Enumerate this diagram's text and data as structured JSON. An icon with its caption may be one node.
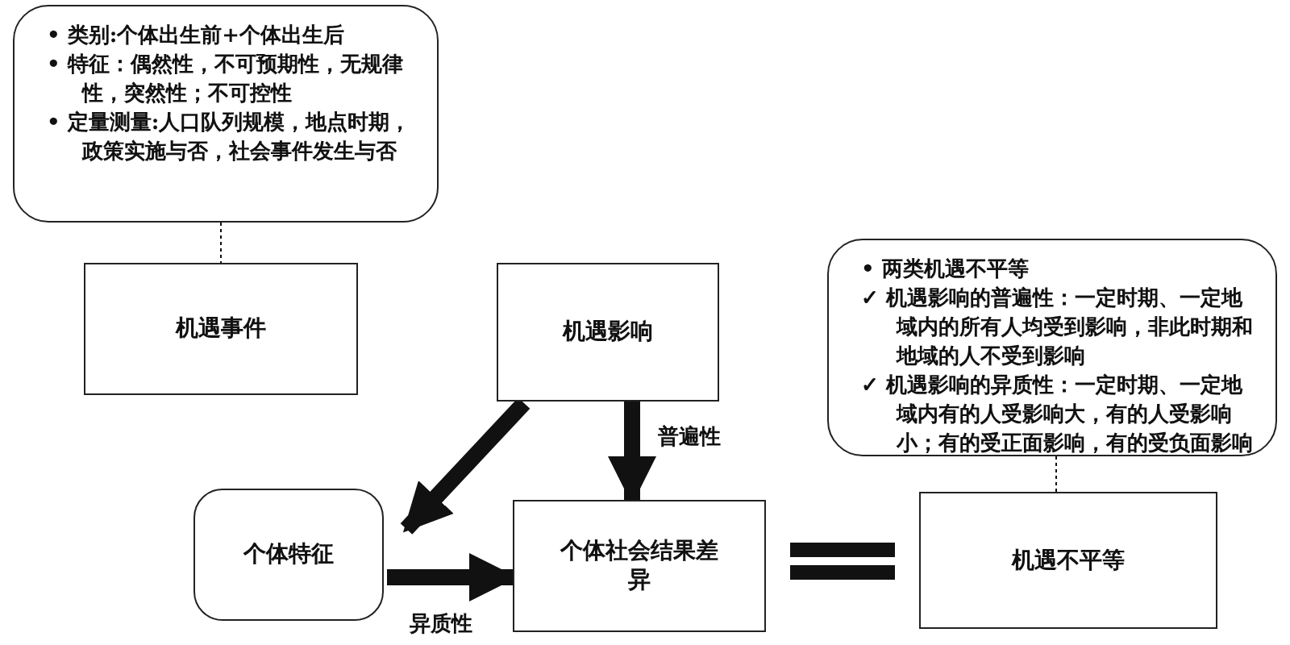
{
  "diagram": {
    "nodes": [
      {
        "text": [
          "• 类别:个体出生前+个体出生后",
          "• 特征：偶然性，不可预期性，无规律性，突然性；不可控性",
          "• 定量测量:人口队列规模，地点时期，政策实施与否，社会事件发生与否"
        ]
      },
      {
        "text": [
          "机遇事件"
        ]
      },
      {
        "text": [
          "机遇影响"
        ]
      },
      {
        "text": [
          "• 两类机遇不平等",
          "✓ 机遇影响的普遍性：一定时期、一定地域内的所有人均受到影响，非此时期和地域的人不受到影响",
          "✓ 机遇影响的异质性：一定时期、一定地域内有的人受影响大，有的人受影响小；有的受正面影响，有的受负面影响"
        ]
      },
      {
        "text": [
          "个体特征"
        ]
      },
      {
        "text": [
          "个体社会结果差异"
        ]
      },
      {
        "text": [
          "机遇不平等"
        ]
      }
    ],
    "edges": [
      {
        "from": 0,
        "to": 1,
        "arrow": "none",
        "style": "dashed"
      },
      {
        "from": 3,
        "to": 6,
        "arrow": "none",
        "style": "dashed"
      },
      {
        "from": 2,
        "to": 4,
        "arrow": "to"
      },
      {
        "from": 2,
        "to": 5,
        "arrow": "to",
        "label": "普遍性"
      },
      {
        "from": 4,
        "to": 5,
        "arrow": "to",
        "label": "异质性"
      },
      {
        "from": 5,
        "to": 6,
        "arrow": "none"
      }
    ]
  }
}
